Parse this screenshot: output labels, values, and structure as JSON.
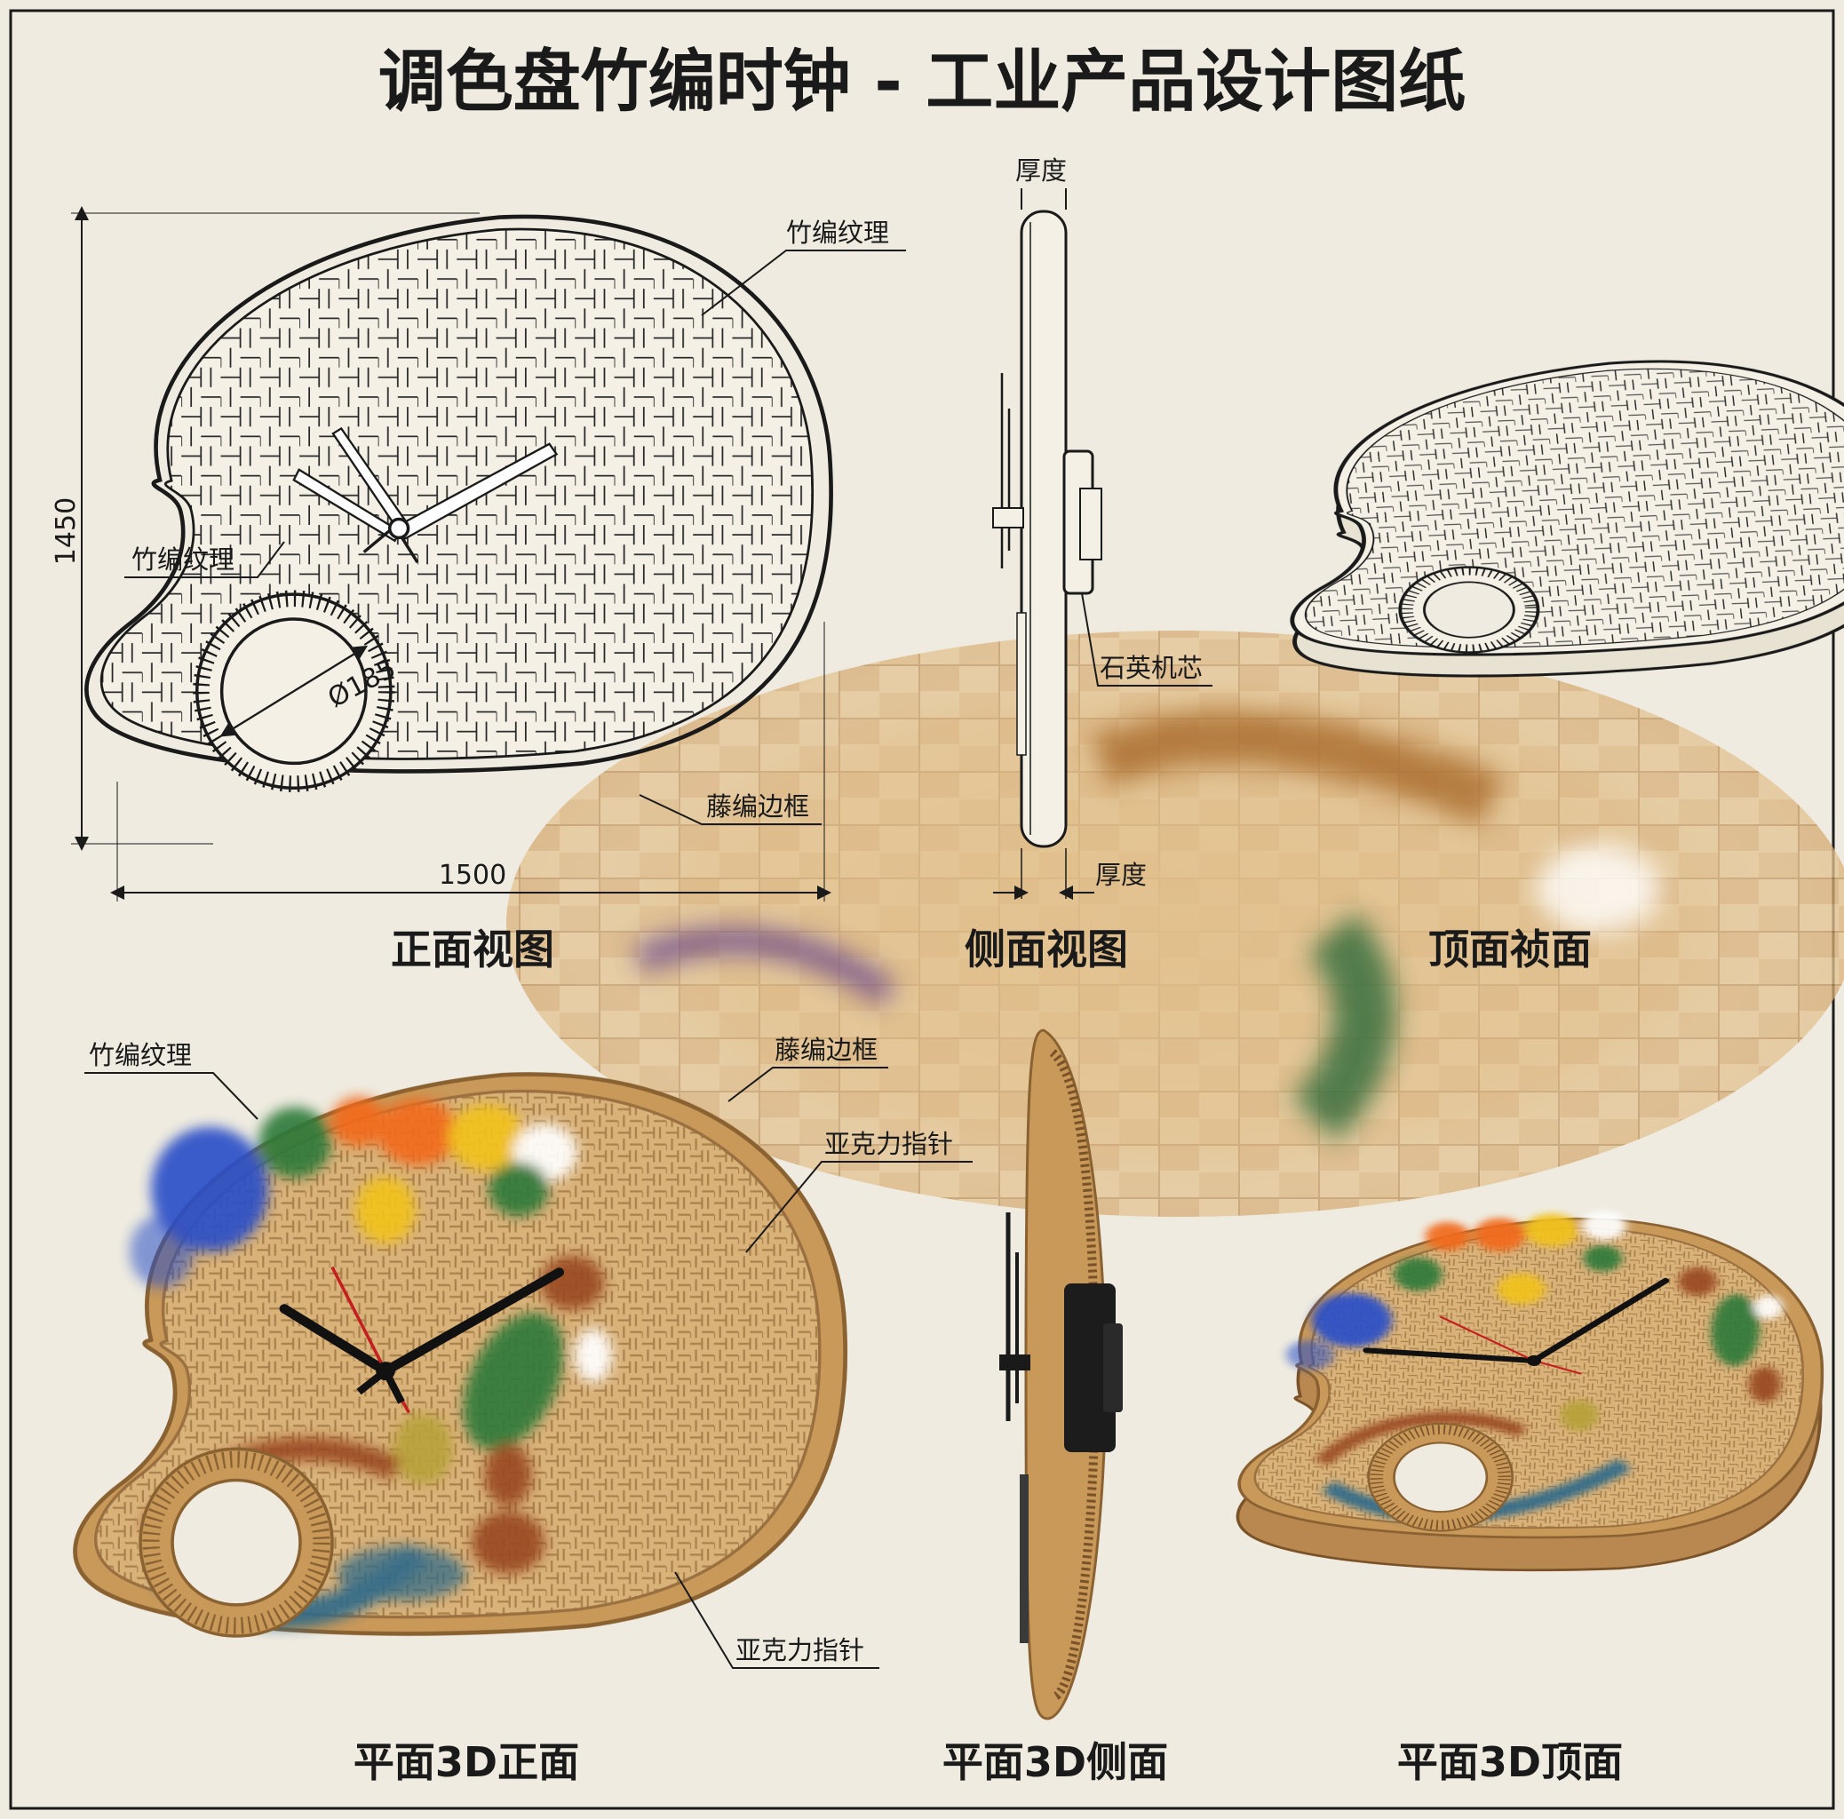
{
  "title": "调色盘竹编时钟 - 工业产品设计图纸",
  "captions": {
    "front": "正面视图",
    "side": "侧面视图",
    "top": "顶面祯面",
    "front3d": "平面3D正面",
    "side3d": "平面3D侧面",
    "top3d": "平面3D顶面"
  },
  "labels": {
    "bamboo_texture": "竹编纹理",
    "rattan_frame": "藤编边框",
    "acrylic_hands": "亚克力指针",
    "quartz_movement": "石英机芯",
    "thickness": "厚度"
  },
  "dimensions": {
    "width": "1500",
    "height": "1450",
    "hole_diameter": "Ø185"
  },
  "colors": {
    "paper": "#efebe0",
    "ink": "#1a1a1a",
    "bamboo": "#d4aa70",
    "rim": "#c9995a",
    "paint_blue": "#2a4fc8",
    "paint_green": "#2f7a3a",
    "paint_orange": "#f26a1b",
    "paint_yellow": "#f2c21b",
    "paint_brown": "#9a4a22",
    "paint_white": "#ffffff",
    "hand_second": "#c41e1e"
  },
  "icons": [
    "clock-hands-icon",
    "quartz-movement-icon"
  ]
}
